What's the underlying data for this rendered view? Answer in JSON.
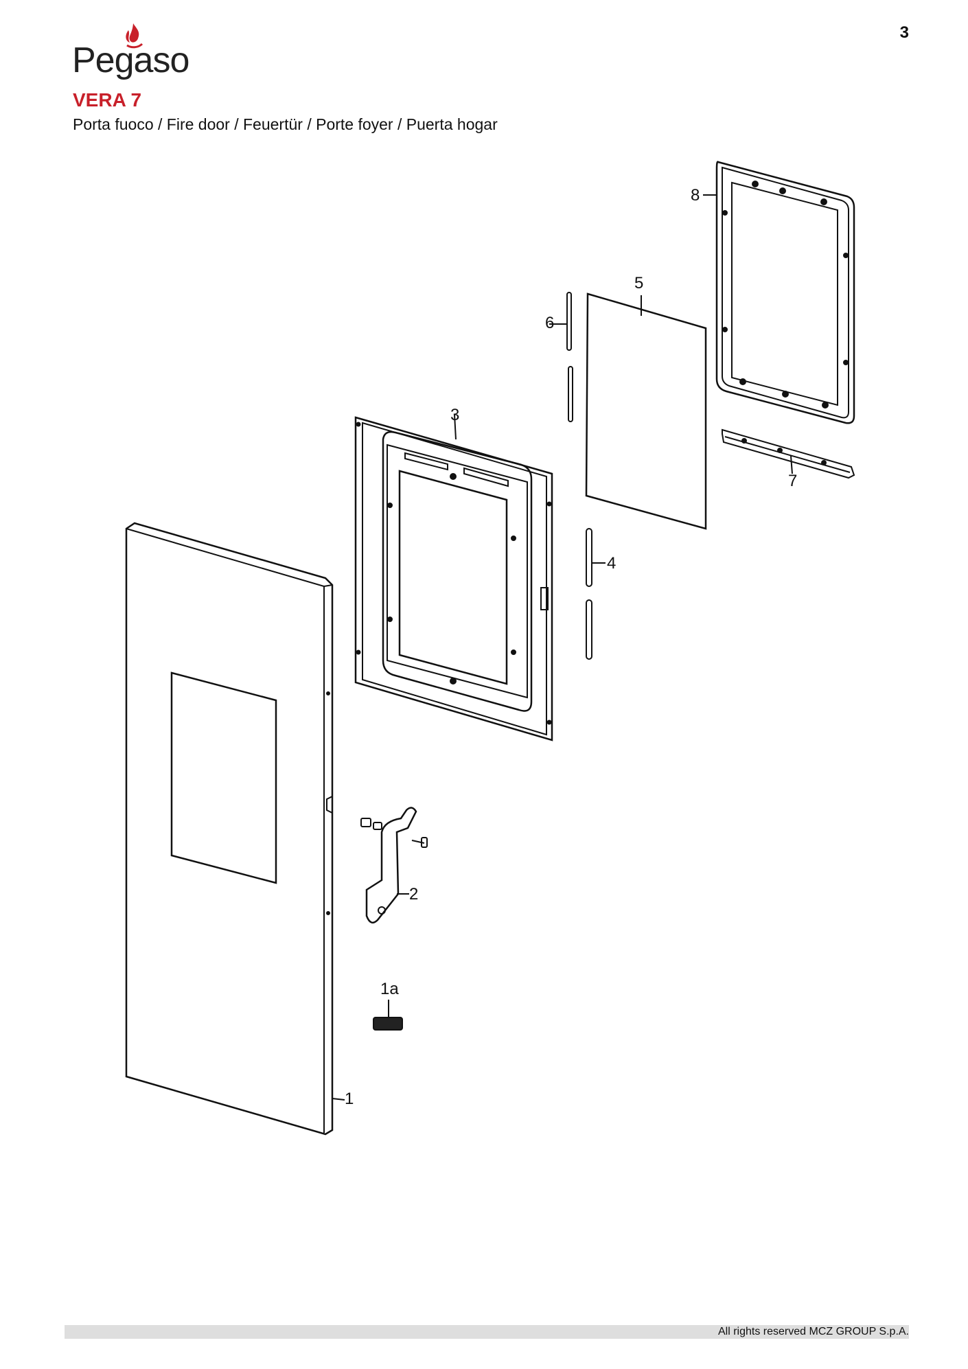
{
  "page": {
    "number": "3"
  },
  "brand": {
    "logo_text": "Pegaso",
    "accent_color": "#c8202a"
  },
  "header": {
    "model": "VERA 7",
    "subtitle": "Porta fuoco / Fire door / Feuertür / Porte foyer / Puerta hogar"
  },
  "diagram": {
    "callouts": {
      "c1": "1",
      "c1a": "1a",
      "c2": "2",
      "c3": "3",
      "c4": "4",
      "c5": "5",
      "c6": "6",
      "c7": "7",
      "c8": "8"
    }
  },
  "footer": {
    "copyright": "All rights reserved MCZ GROUP S.p.A."
  }
}
